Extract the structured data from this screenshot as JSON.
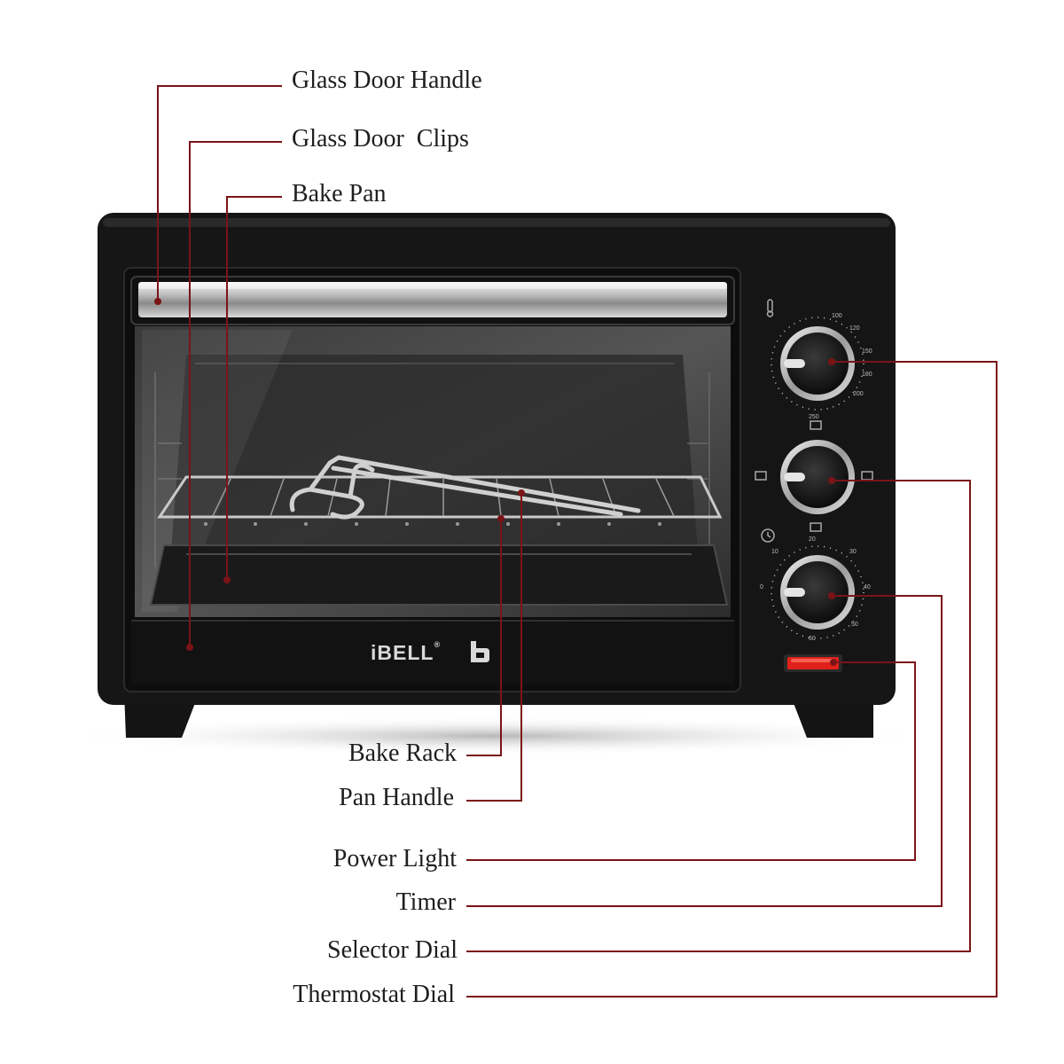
{
  "labels": {
    "glass_door_handle": "Glass Door Handle",
    "glass_door_clips": "Glass Door  Clips",
    "bake_pan": "Bake Pan",
    "bake_rack": "Bake Rack",
    "pan_handle": "Pan Handle",
    "power_light": "Power Light",
    "timer": "Timer",
    "selector_dial": "Selector Dial",
    "thermostat_dial": "Thermostat Dial"
  },
  "brand": {
    "name": "iBELL",
    "reg": "®"
  },
  "dials": {
    "thermostat_scale": [
      "100",
      "120",
      "150",
      "180",
      "200",
      "250"
    ],
    "timer_scale": [
      "0",
      "10",
      "20",
      "30",
      "40",
      "50",
      "60"
    ]
  },
  "colors": {
    "leader_line": "#7a1417",
    "oven_body": "#161616",
    "power_light": "#e0201a",
    "label_text": "#1e1e1e"
  }
}
